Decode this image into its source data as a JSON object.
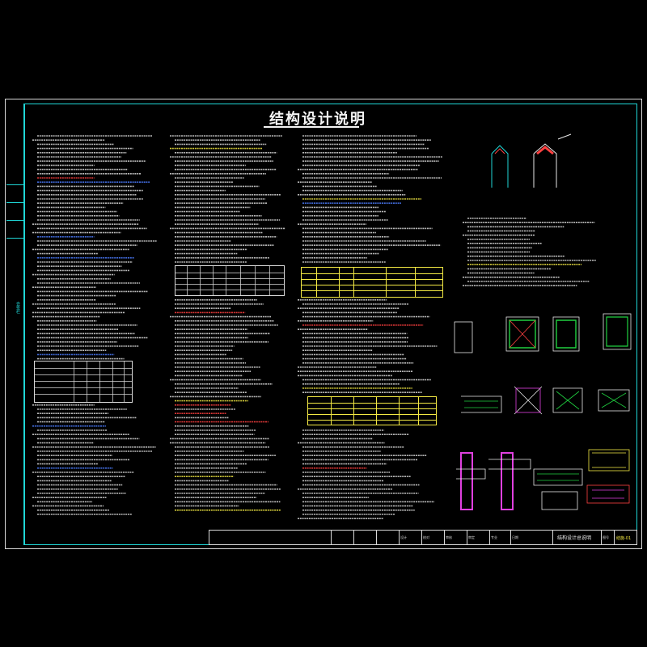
{
  "document": {
    "title": "结构设计说明",
    "sidebar_text": "会签栏"
  },
  "title_block": {
    "drawing_name": "结构设计总说明",
    "drawing_number": "结施-01",
    "labels": [
      "设计",
      "校对",
      "审核",
      "审定",
      "专业",
      "日期",
      "图号"
    ]
  },
  "colors": {
    "background": "#000000",
    "frame": "#d8d8d8",
    "cyan": "#1fd6d6",
    "text": "#d9d9d9",
    "highlight": "#f4ea44",
    "red": "#ff4040",
    "blue": "#4d7dff",
    "magenta": "#e040e0",
    "green": "#20d040"
  }
}
